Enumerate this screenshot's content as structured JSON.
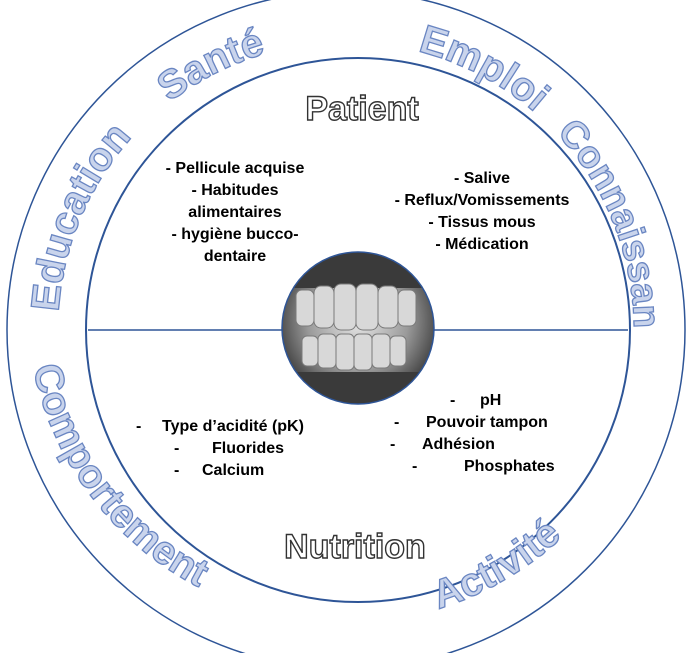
{
  "outer_ring": {
    "words": [
      "Santé",
      "Emploi",
      "Connaissances",
      "Activité",
      "Comportement",
      "Education"
    ],
    "color": "#c8d4ec",
    "stroke": "#5a78b8"
  },
  "inner_circle": {
    "top_label": "Patient",
    "bottom_label": "Nutrition",
    "border_color": "#2e5597"
  },
  "quadrants": {
    "top_left": [
      "- Pellicule acquise",
      "- Habitudes",
      "alimentaires",
      "- hygiène bucco-",
      "dentaire"
    ],
    "top_right": [
      "- Salive",
      "- Reflux/Vomissements",
      "- Tissus mous",
      "- Médication"
    ],
    "bottom_left": [
      {
        "dash": "-",
        "text": "Type d’acidité (pK)"
      },
      {
        "dash": "-",
        "text": "Fluorides"
      },
      {
        "dash": "-",
        "text": "Calcium"
      }
    ],
    "bottom_right": [
      {
        "dash": "-",
        "text": "pH"
      },
      {
        "dash": "-",
        "text": "Pouvoir tampon"
      },
      {
        "dash": "-",
        "text": "Adhésion"
      },
      {
        "dash": "-",
        "text": "Phosphates"
      }
    ]
  },
  "center_image": {
    "icon": "teeth-photo"
  }
}
